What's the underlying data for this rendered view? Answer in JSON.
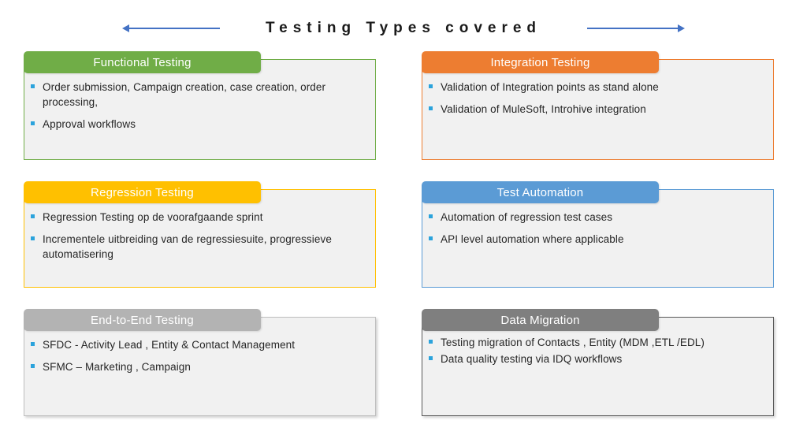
{
  "title": "Testing Types covered",
  "colors": {
    "arrow": "#4472C4",
    "bullet": "#2BA3DC",
    "card_background": "#F1F1F1"
  },
  "cards": [
    {
      "name": "functional-testing",
      "title": "Functional Testing",
      "accent": "#70AD47",
      "border": "#70AD47",
      "bullets": [
        "Order submission, Campaign creation, case creation, order processing,",
        "Approval workflows"
      ]
    },
    {
      "name": "integration-testing",
      "title": "Integration Testing",
      "accent": "#ED7D31",
      "border": "#ED7D31",
      "bullets": [
        "Validation of Integration points as stand alone",
        "Validation of MuleSoft, Introhive integration"
      ]
    },
    {
      "name": "regression-testing",
      "title": "Regression Testing",
      "accent": "#FFC000",
      "border": "#FFC000",
      "bullets": [
        "Regression Testing op de voorafgaande sprint",
        "Incrementele uitbreiding van de regressiesuite, progressieve automatisering"
      ]
    },
    {
      "name": "test-automation",
      "title": "Test Automation",
      "accent": "#5B9BD5",
      "border": "#5B9BD5",
      "bullets": [
        "Automation of regression test cases",
        "API level automation where applicable"
      ]
    },
    {
      "name": "end-to-end-testing",
      "title": "End-to-End Testing",
      "accent": "#B3B3B3",
      "border": "#BFBFBF",
      "bullets": [
        "SFDC - Activity Lead , Entity & Contact Management",
        "SFMC – Marketing , Campaign"
      ]
    },
    {
      "name": "data-migration",
      "title": "Data Migration",
      "accent": "#7F7F7F",
      "border": "#595959",
      "bullets": [
        "Testing migration of Contacts , Entity  (MDM ,ETL /EDL)",
        "Data quality testing via IDQ workflows"
      ]
    }
  ]
}
